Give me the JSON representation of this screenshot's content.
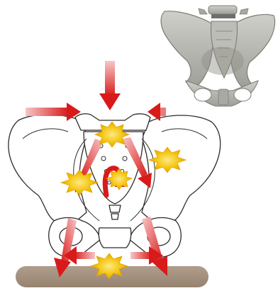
{
  "figure": {
    "subject": "pelvis-force-transmission-diagram",
    "colors": {
      "outline": "#2b2b2b",
      "bone_fill": "#ffffff",
      "inset_bone": "#b9b9b3",
      "inset_shadow": "#8e8e88",
      "ground": "#a38f7e",
      "arrow_dark": "#d91a1a",
      "arrow_light": "#f6c7c7",
      "burst_fill": "#f5c713",
      "burst_core": "#fde884",
      "burst_edge": "#e6a400"
    },
    "impact_points": 5,
    "force_arrows": 9
  }
}
